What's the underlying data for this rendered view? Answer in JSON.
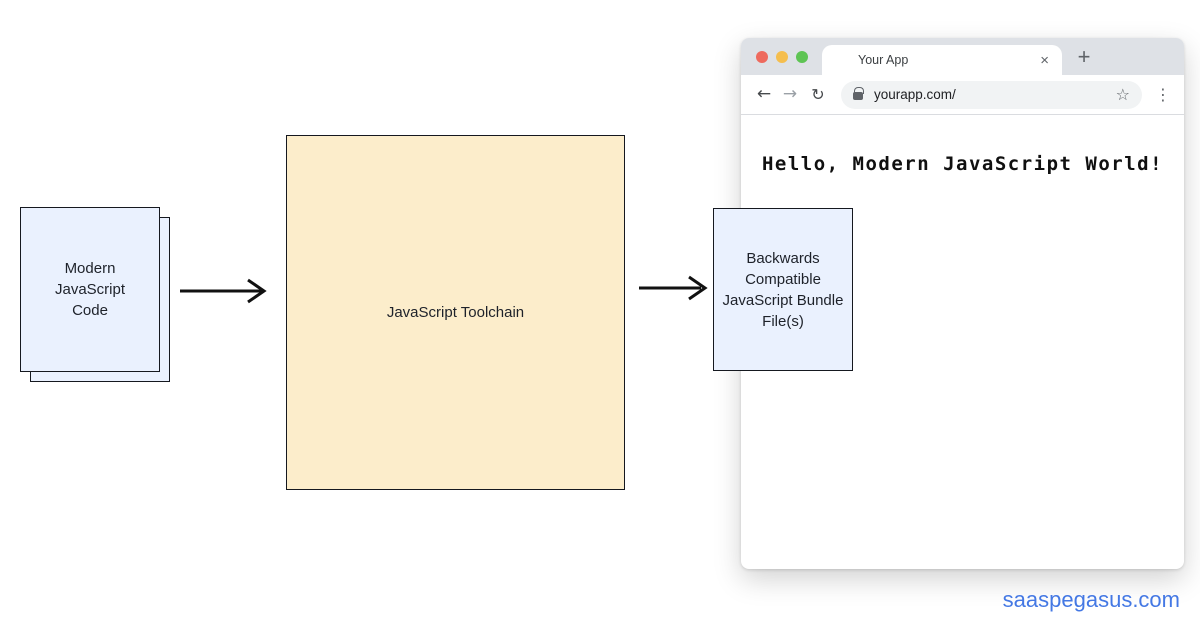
{
  "diagram": {
    "source_box": {
      "label": "Modern JavaScript Code"
    },
    "toolchain_box": {
      "label": "JavaScript Toolchain"
    },
    "output_box": {
      "label": "Backwards Compatible JavaScript Bundle File(s)"
    },
    "colors": {
      "blue_fill": "#EAF1FE",
      "yellow_fill": "#FCEDCB",
      "box_border": "#15181F",
      "arrow": "#111111"
    }
  },
  "browser": {
    "tab": {
      "title": "Your App",
      "close_icon": "×",
      "new_tab_icon": "+"
    },
    "toolbar": {
      "back_icon": "←",
      "forward_icon": "→",
      "reload_icon": "↻",
      "url": "yourapp.com/",
      "star_icon": "☆",
      "menu_icon": "⋮"
    },
    "traffic_lights": {
      "red": "#EE6A5E",
      "yellow": "#F5BE4E",
      "green": "#5EC454"
    },
    "content": {
      "text": "Hello, Modern JavaScript World!"
    }
  },
  "watermark": {
    "text": "saaspegasus.com",
    "color": "#4478E4"
  }
}
